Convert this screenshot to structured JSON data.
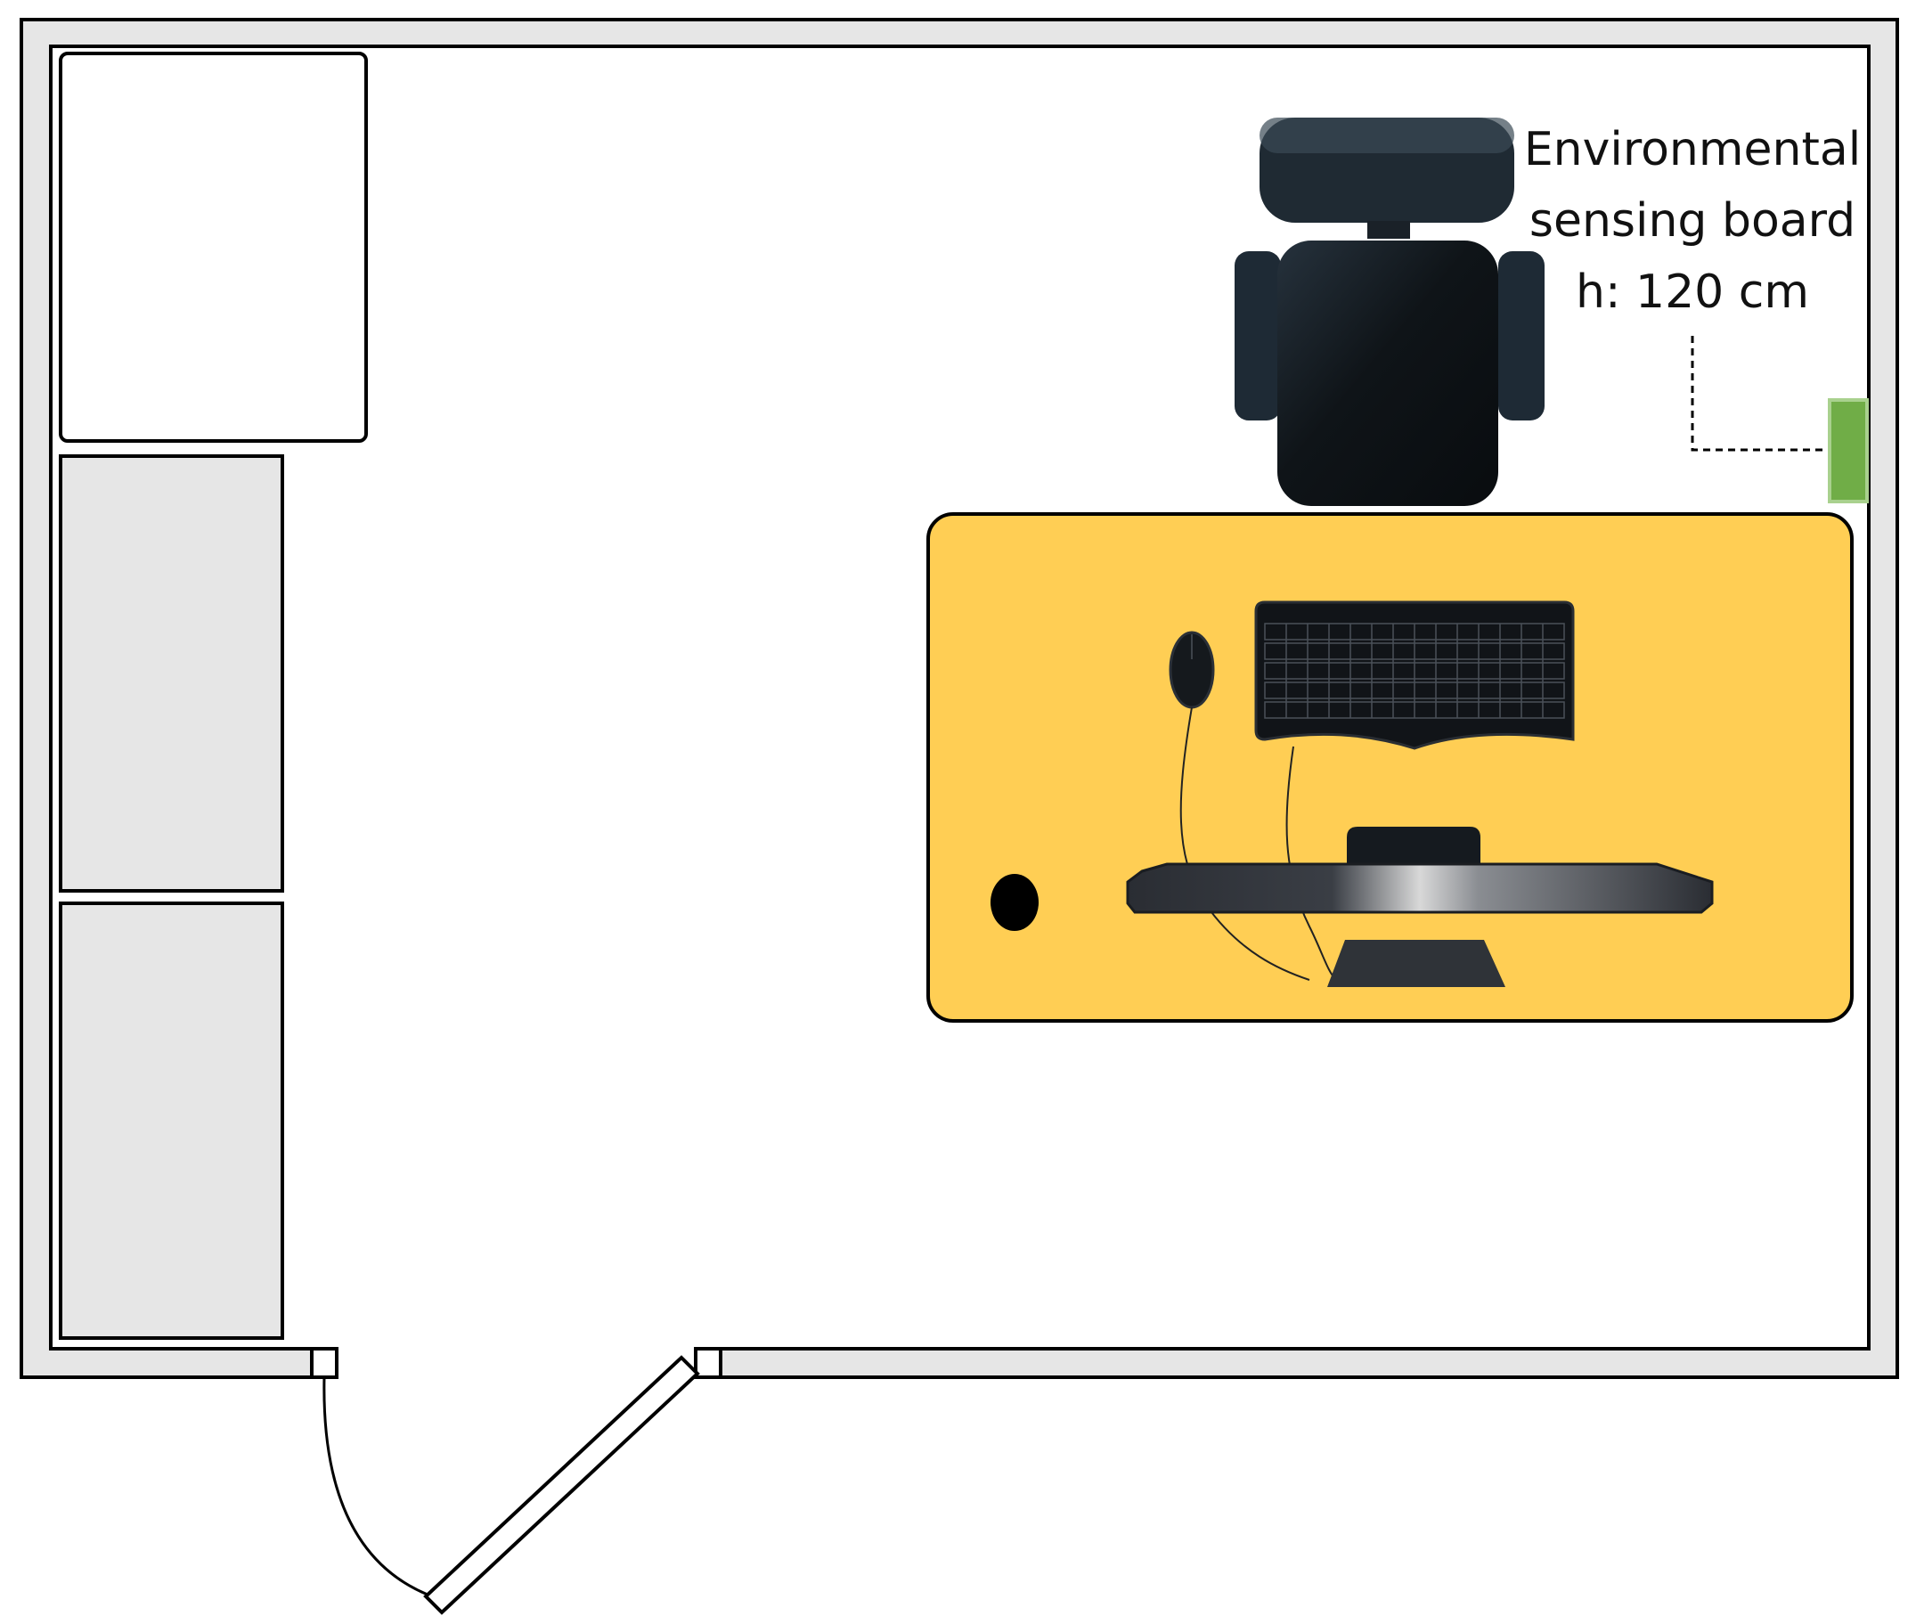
{
  "sensor": {
    "label_line1": "Environmental",
    "label_line2": "sensing board",
    "label_line3": "h: 120 cm"
  },
  "colors": {
    "wall_fill": "#e6e6e6",
    "storage_fill": "#e6e6e6",
    "desk_fill": "#ffce54",
    "sensor_fill": "#70ad47",
    "chair_fill": "#1f2a33",
    "outline": "#000000"
  }
}
